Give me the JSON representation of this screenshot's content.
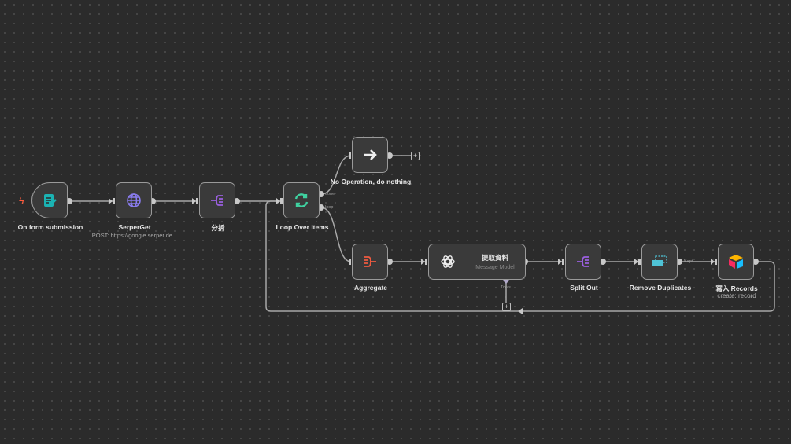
{
  "nodes": {
    "form": {
      "label": "On form submission",
      "icon": "form-icon"
    },
    "serper": {
      "label": "SerperGet",
      "subtitle": "POST: https://google.serper.de...",
      "icon": "globe-icon"
    },
    "split1": {
      "label": "分拆",
      "icon": "split-icon"
    },
    "loop": {
      "label": "Loop Over Items",
      "icon": "loop-icon",
      "outputs": [
        "done",
        "loop"
      ]
    },
    "noop": {
      "label": "No Operation, do nothing",
      "icon": "arrow-right-icon"
    },
    "aggregate": {
      "label": "Aggregate",
      "icon": "aggregate-icon"
    },
    "extract": {
      "label": "提取資料",
      "subtitle": "Message Model",
      "icon": "openai-icon",
      "tools_label": "Tools"
    },
    "splitout": {
      "label": "Split Out",
      "icon": "split-icon"
    },
    "dedupe": {
      "label": "Remove Duplicates",
      "icon": "dedupe-icon",
      "output": "Kept"
    },
    "airtable": {
      "label": "寫入 Records",
      "subtitle": "create: record",
      "icon": "airtable-icon"
    }
  },
  "plus_symbol": "+",
  "colors": {
    "background": "#2b2b2b",
    "edge": "#a8a8a8",
    "trigger": "#ff5a3c"
  }
}
